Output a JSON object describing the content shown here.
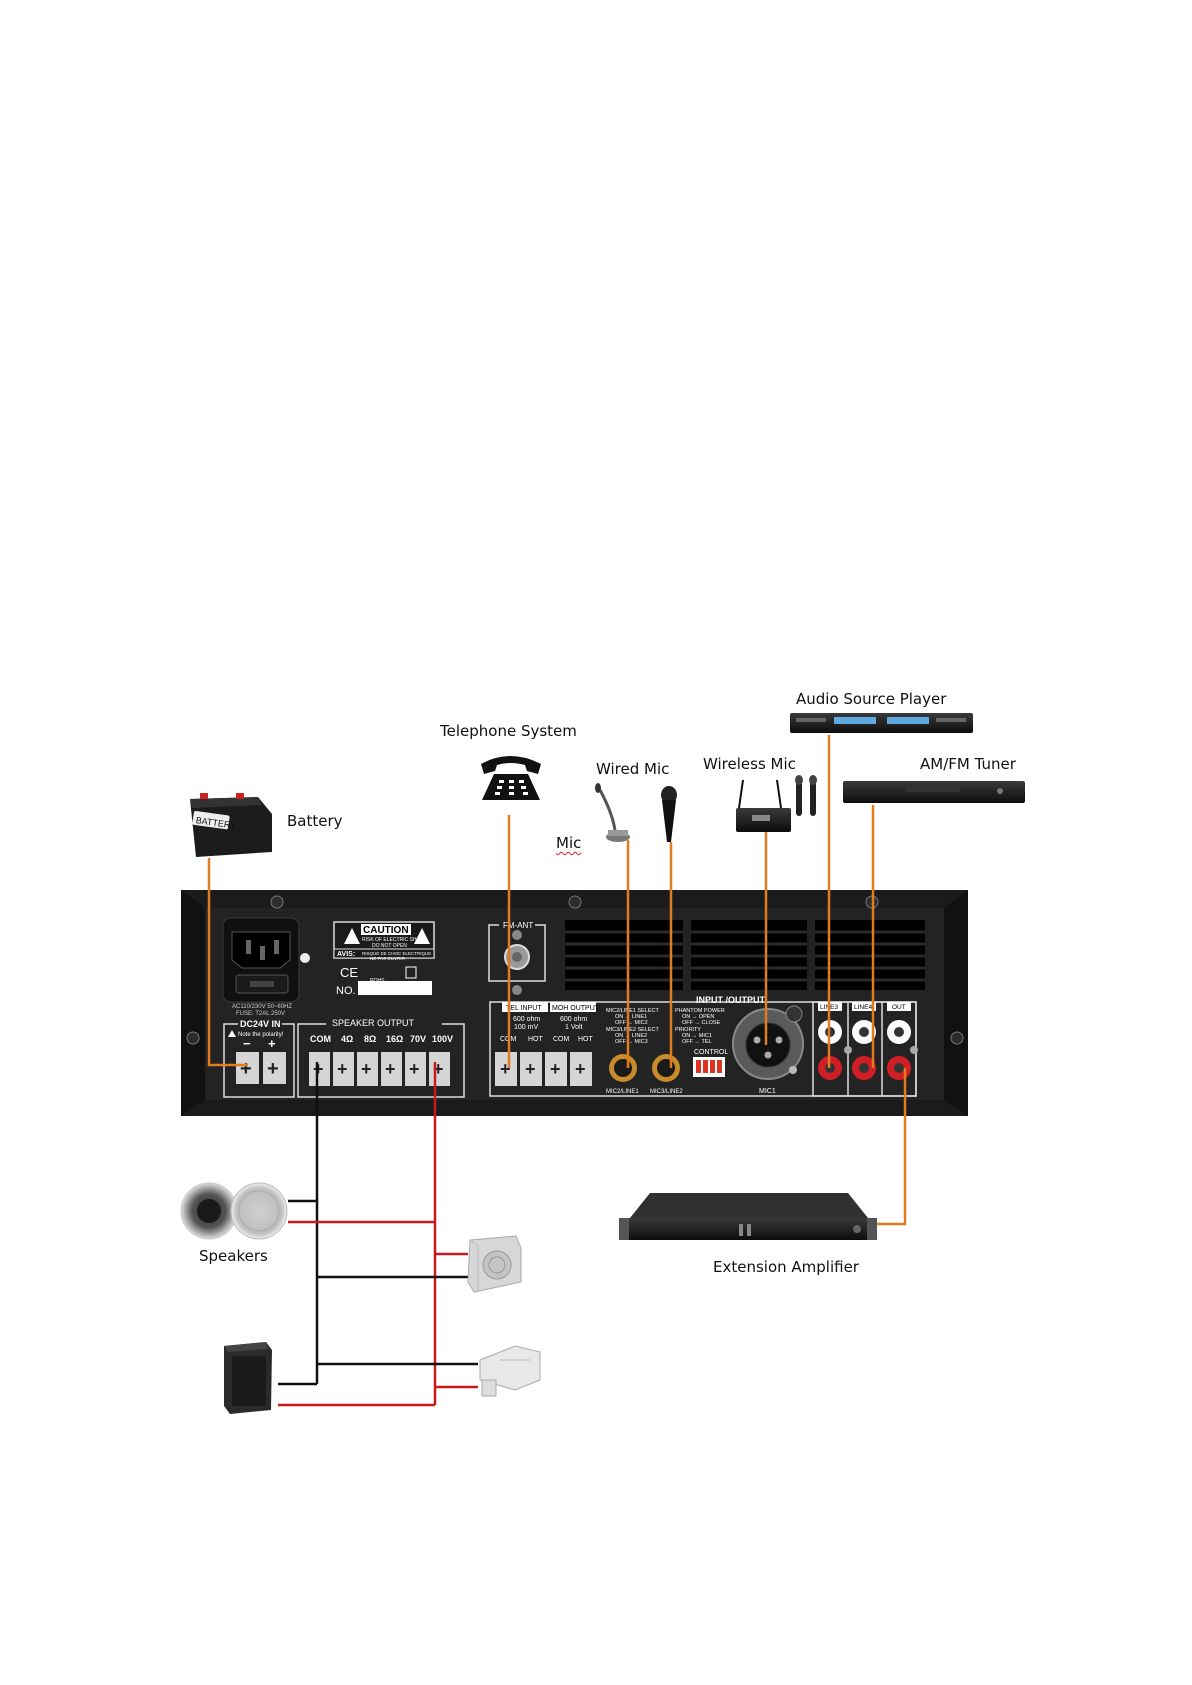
{
  "labels": {
    "audio_source_player": "Audio Source Player",
    "telephone_system": "Telephone System",
    "wired_mic": "Wired Mic",
    "wireless_mic": "Wireless Mic",
    "am_fm_tuner": "AM/FM Tuner",
    "battery": "Battery",
    "mic": "Mic",
    "speakers": "Speakers",
    "extension_amplifier": "Extension Amplifier"
  },
  "panel": {
    "caution_title": "CAUTION",
    "caution_line1": "RISK OF ELECTRIC SHOCK",
    "caution_line2": "DO NOT OPEN",
    "avis_label": "AVIS:",
    "avis_line1": "RISQUE DE CHOC ELECTRIQUE",
    "avis_line2": "NE PAS OUVRIR",
    "ce_mark": "CE",
    "rohs": "ROHS",
    "no_label": "NO.",
    "ac_line1": "AC110/230V 50~60HZ",
    "ac_line2": "FUSE: T2AL 250V",
    "dc_title": "DC24V IN",
    "dc_note": "Note the polarity!",
    "dc_minus": "−",
    "dc_plus": "+",
    "fm_ant": "FM-ANT",
    "speaker_output": "SPEAKER OUTPUT",
    "spk_com": "COM",
    "spk_4": "4Ω",
    "spk_8": "8Ω",
    "spk_16": "16Ω",
    "spk_70": "70V",
    "spk_100": "100V",
    "tel_input": "TEL INPUT",
    "moh_output": "MOH OUTPUT",
    "tel_imp1": "600 ohm",
    "tel_imp2": "100 mV",
    "moh_imp1": "600 ohm",
    "moh_imp2": "1 Volt",
    "com1": "COM",
    "hot1": "HOT",
    "com2": "COM",
    "hot2": "HOT",
    "input_output": "INPUT /OUTPUT",
    "sw1_line1": "MIC2/LINE1 SELECT",
    "sw1_line2": "ON → LINE1",
    "sw1_line3": "OFF → MIC2",
    "sw2_line1": "MIC3/LINE2 SELECT",
    "sw2_line2": "ON → LINE2",
    "sw2_line3": "OFF → MIC3",
    "sw3_line1": "PHANTOM POWER",
    "sw3_line2": "ON → OPEN",
    "sw3_line3": "OFF → CLOSE",
    "sw4_line1": "PRIORITY",
    "sw4_line2": "ON → MIC1",
    "sw4_line3": "OFF → TEL",
    "control": "CONTROL",
    "mic2_line1": "MIC2/LINE1",
    "mic3_line2": "MIC3/LINE2",
    "mic1": "MIC1",
    "line3": "LINE3",
    "line4": "LINE4",
    "out": "OUT"
  },
  "colors": {
    "orange_cable": "#e07b1f",
    "red_wire": "#c8191c",
    "black_wire": "#111111",
    "panel": "#1b1b1b"
  }
}
